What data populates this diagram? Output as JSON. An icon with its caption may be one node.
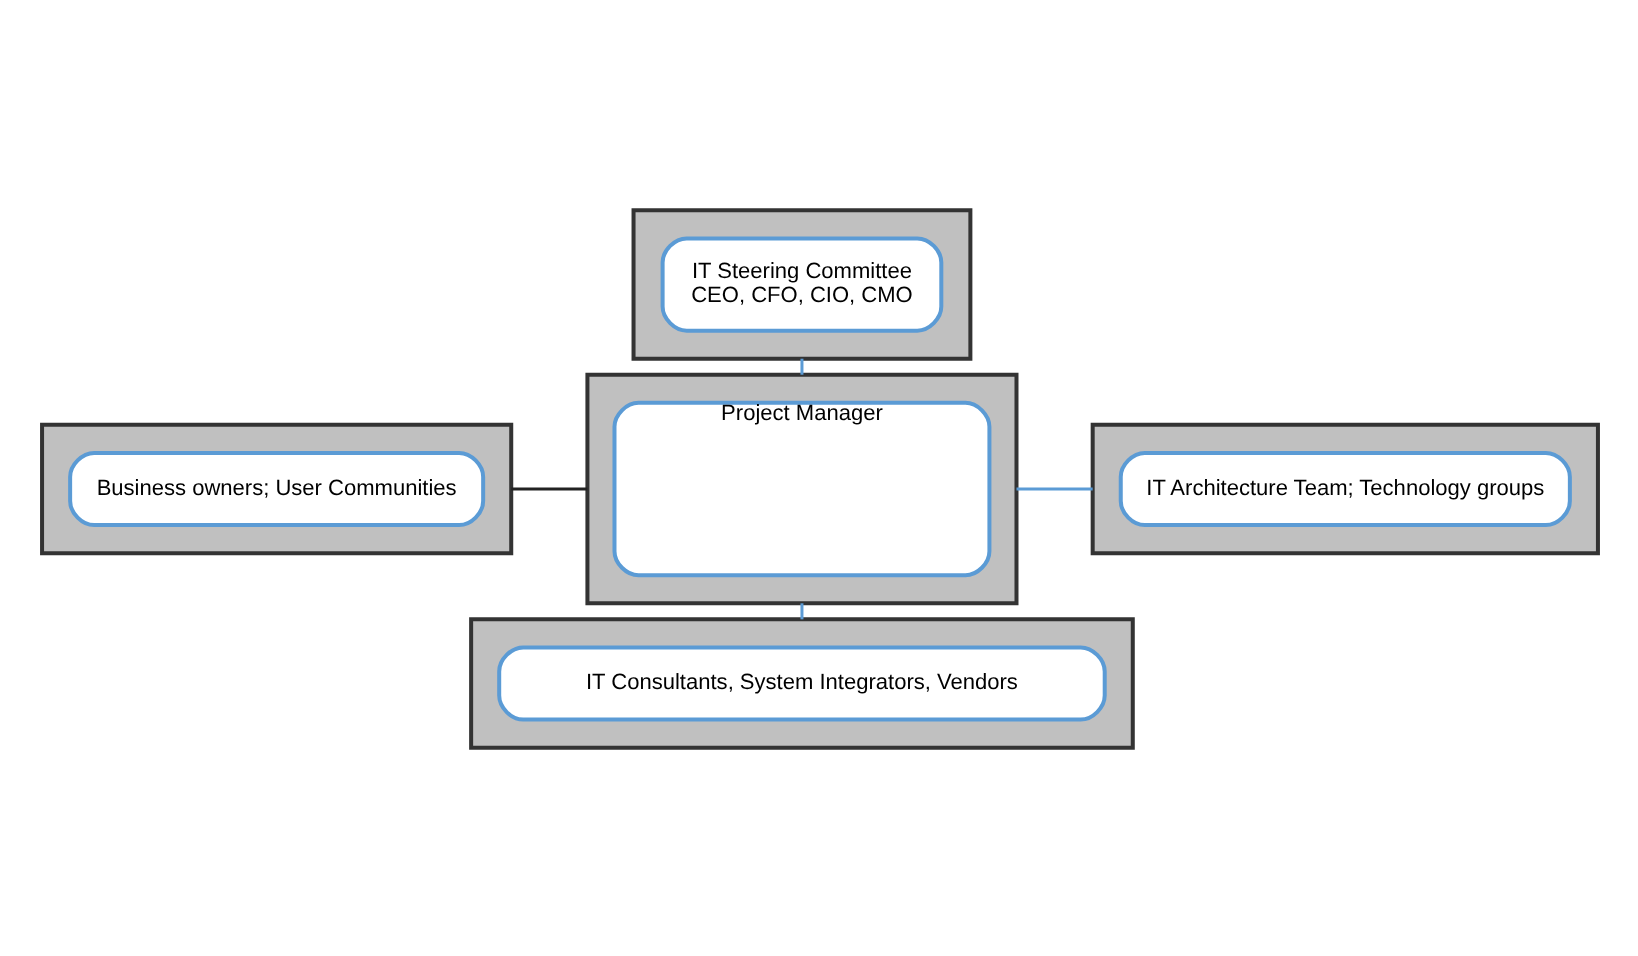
{
  "diagram": {
    "nodes": [
      {
        "text": [],
        "shape": "box"
      },
      {
        "text": [
          "IT Steering Committee",
          "CEO, CFO, CIO, CMO"
        ],
        "in": 0
      },
      {
        "text": [],
        "shape": "box"
      },
      {
        "text": [
          "Business owners; User Communities"
        ],
        "in": 2
      },
      {
        "text": [],
        "shape": "box"
      },
      {
        "text": [
          "Project Manager"
        ],
        "in": 4
      },
      {
        "text": [],
        "shape": "box"
      },
      {
        "text": [
          "IT Architecture Team; Technology groups"
        ],
        "in": 6
      },
      {
        "text": [],
        "shape": "box"
      },
      {
        "text": [
          "IT Consultants, System Integrators, Vendors"
        ],
        "in": 8
      }
    ],
    "edges": [
      {
        "from": 0,
        "to": 4,
        "arrow": "none"
      },
      {
        "from": 2,
        "to": 4,
        "arrow": "none",
        "color": "#222222"
      },
      {
        "from": 4,
        "to": 6,
        "arrow": "none"
      },
      {
        "from": 4,
        "to": 8,
        "arrow": "none"
      }
    ]
  }
}
